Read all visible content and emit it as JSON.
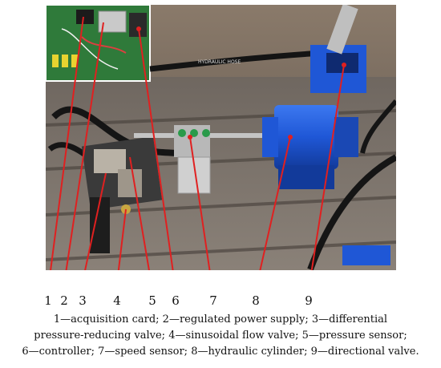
{
  "figure": {
    "callout_numbers": [
      "1",
      "2",
      "3",
      "4",
      "5",
      "6",
      "7",
      "8",
      "9"
    ],
    "photo_text": {
      "hose_print": "HYDRAULIC HOSE"
    },
    "caption_lines": [
      "1—acquisition card; 2—regulated power supply; 3—differential",
      "pressure-reducing valve; 4—sinusoidal flow valve; 5—pressure sensor;",
      "6—controller; 7—speed sensor; 8—hydraulic cylinder; 9—directional valve."
    ],
    "colors": {
      "callout_line": "#e02020",
      "cylinder": "#1f57d6",
      "table": "#7a6f66",
      "inset_board": "#2f7a3a"
    }
  }
}
